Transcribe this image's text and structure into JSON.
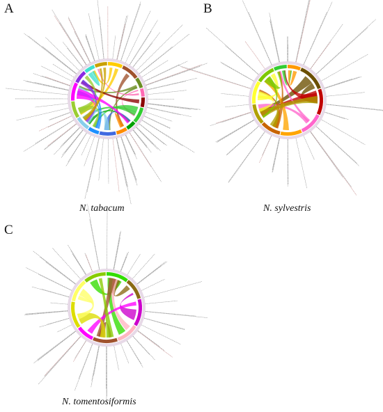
{
  "panels": [
    {
      "letter": "A",
      "caption": "N. tabacum",
      "sectors": [
        {
          "color": "#ffcc00"
        },
        {
          "color": "#a0522d"
        },
        {
          "color": "#6b8e23"
        },
        {
          "color": "#ff69b4"
        },
        {
          "color": "#8b0000"
        },
        {
          "color": "#32cd32"
        },
        {
          "color": "#00a000"
        },
        {
          "color": "#ff8c00"
        },
        {
          "color": "#4169e1"
        },
        {
          "color": "#1e90ff"
        },
        {
          "color": "#87ceeb"
        },
        {
          "color": "#9acd32"
        },
        {
          "color": "#ff00ff"
        },
        {
          "color": "#8a2be2"
        },
        {
          "color": "#40e0d0"
        },
        {
          "color": "#c8a000"
        }
      ]
    },
    {
      "letter": "B",
      "caption": "N. sylvestris",
      "sectors": [
        {
          "color": "#ff9900"
        },
        {
          "color": "#6b4f00"
        },
        {
          "color": "#c00000"
        },
        {
          "color": "#ff66cc"
        },
        {
          "color": "#ffa500"
        },
        {
          "color": "#c86400"
        },
        {
          "color": "#b0a000"
        },
        {
          "color": "#ffff33"
        },
        {
          "color": "#7ec800"
        },
        {
          "color": "#33cc33"
        }
      ]
    },
    {
      "letter": "C",
      "caption": "N. tomentosiformis",
      "sectors": [
        {
          "color": "#33dd00"
        },
        {
          "color": "#8b6914"
        },
        {
          "color": "#cc00cc"
        },
        {
          "color": "#ffb6c1"
        },
        {
          "color": "#a0522d"
        },
        {
          "color": "#ff00ff"
        },
        {
          "color": "#dddd00"
        },
        {
          "color": "#ffff66"
        },
        {
          "color": "#88cc00"
        }
      ]
    }
  ]
}
